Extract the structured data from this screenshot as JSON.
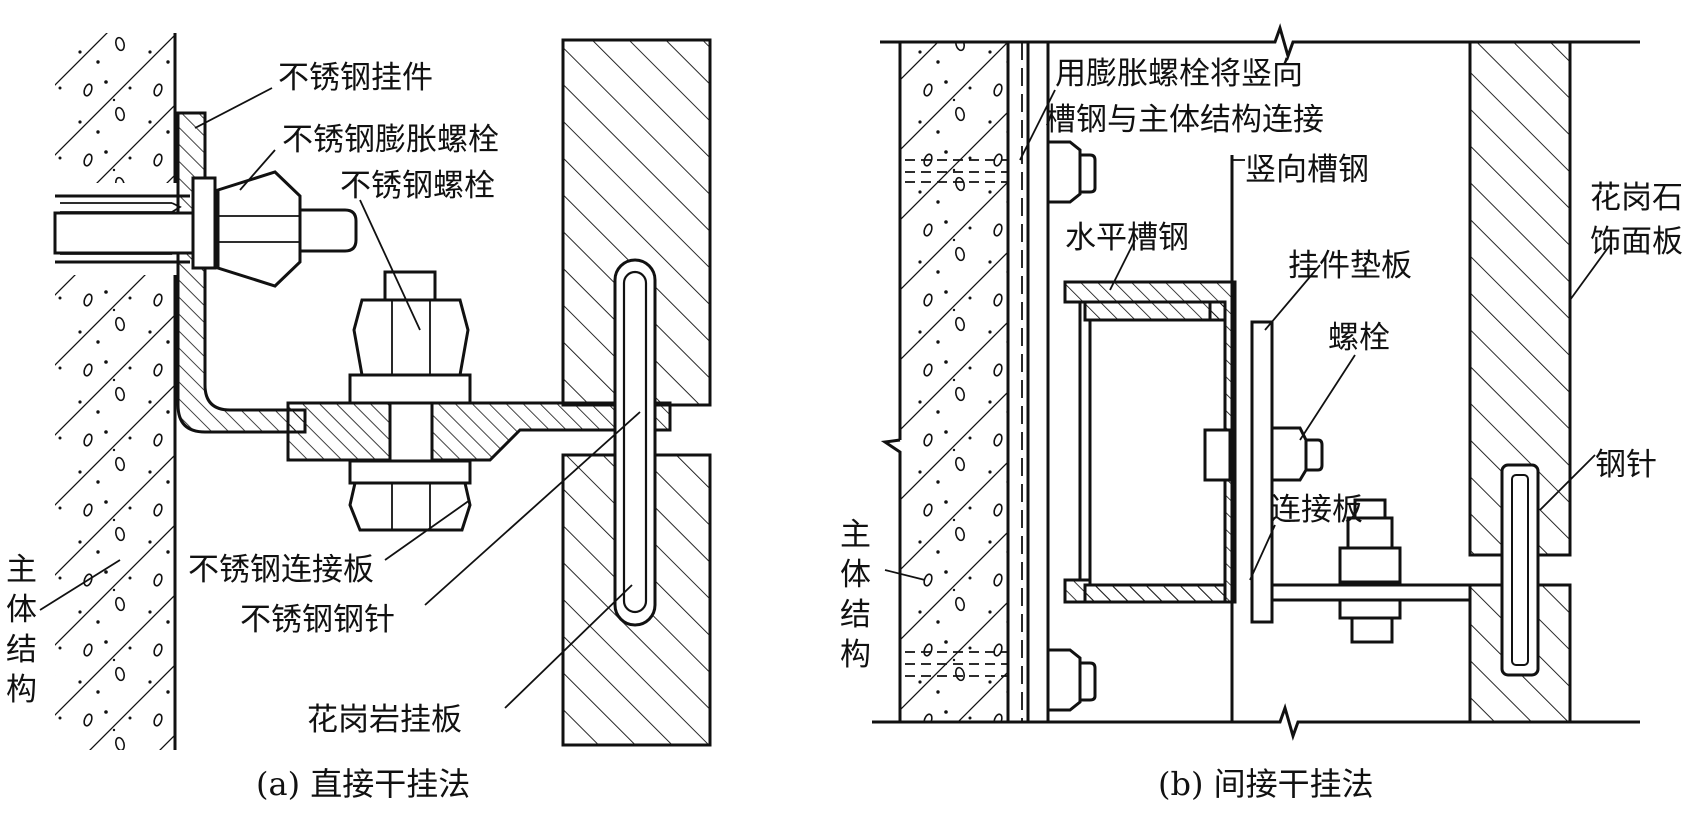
{
  "figure_a": {
    "caption": "(a) 直接干挂法",
    "labels": {
      "hanger": "不锈钢挂件",
      "expansion_bolt": "不锈钢膨胀螺栓",
      "bolt": "不锈钢螺栓",
      "connection_plate": "不锈钢连接板",
      "steel_pin": "不锈钢钢针",
      "granite_panel": "花岗岩挂板",
      "main_structure": [
        "主",
        "体",
        "结",
        "构"
      ]
    }
  },
  "figure_b": {
    "caption": "(b) 间接干挂法",
    "labels": {
      "expansion_note_line1": "用膨胀螺栓将竖向",
      "expansion_note_line2": "槽钢与主体结构连接",
      "vertical_channel": "竖向槽钢",
      "horizontal_channel": "水平槽钢",
      "hanger_pad": "挂件垫板",
      "bolt": "螺栓",
      "connection_plate": "连接板",
      "steel_pin": "钢针",
      "granite_facing_line1": "花岗石",
      "granite_facing_line2": "饰面板",
      "main_structure": [
        "主",
        "体",
        "结",
        "构"
      ]
    }
  }
}
